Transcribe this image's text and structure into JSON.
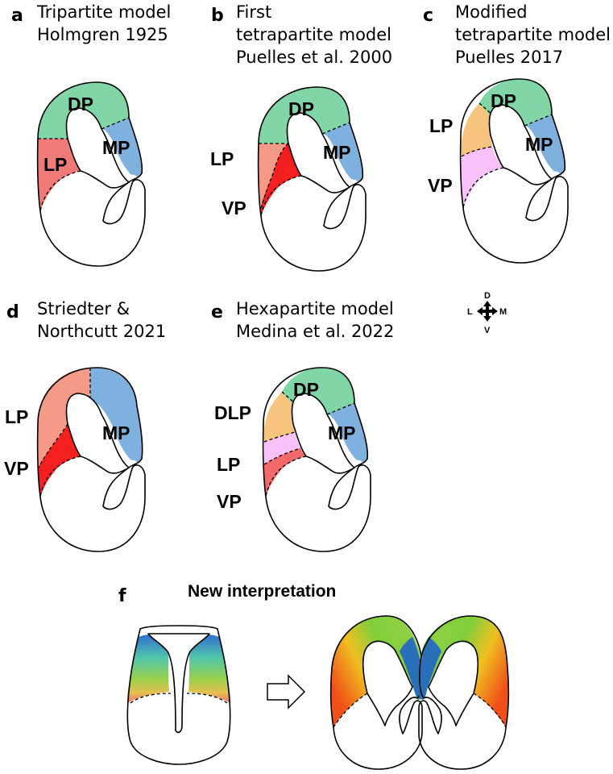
{
  "colors": {
    "DP": "#80d6a6",
    "MP": "#7fb1de",
    "LP_a": "#ef7a78",
    "LP_salmon": "#f49a86",
    "VP_red": "#f42020",
    "LP_orange": "#f7c47e",
    "VP_pink": "#f8c2f8",
    "LP_e": "#f2686b"
  },
  "panels": [
    {
      "letter": "a",
      "title_lines": [
        "Tripartite model",
        "Holmgren 1925"
      ],
      "regions": [
        "DP",
        "MP",
        "LP"
      ]
    },
    {
      "letter": "b",
      "title_lines": [
        "First",
        "tetrapartite model",
        "Puelles et al. 2000"
      ],
      "regions": [
        "DP",
        "MP",
        "LP",
        "VP"
      ]
    },
    {
      "letter": "c",
      "title_lines": [
        "Modified",
        "tetrapartite model",
        "Puelles 2017"
      ],
      "regions": [
        "DP",
        "MP",
        "LP",
        "VP"
      ]
    },
    {
      "letter": "d",
      "title_lines": [
        "Striedter &",
        "Northcutt 2021"
      ],
      "regions": [
        "MP",
        "LP",
        "VP"
      ]
    },
    {
      "letter": "e",
      "title_lines": [
        "Hexapartite model",
        "Medina et al. 2022"
      ],
      "regions": [
        "DP",
        "MP",
        "DLP",
        "LP",
        "VP"
      ]
    }
  ],
  "compass": {
    "dorsal": "D",
    "ventral": "V",
    "lateral": "L",
    "medial": "M"
  },
  "panel_f": {
    "letter": "f",
    "title": "New interpretation"
  }
}
